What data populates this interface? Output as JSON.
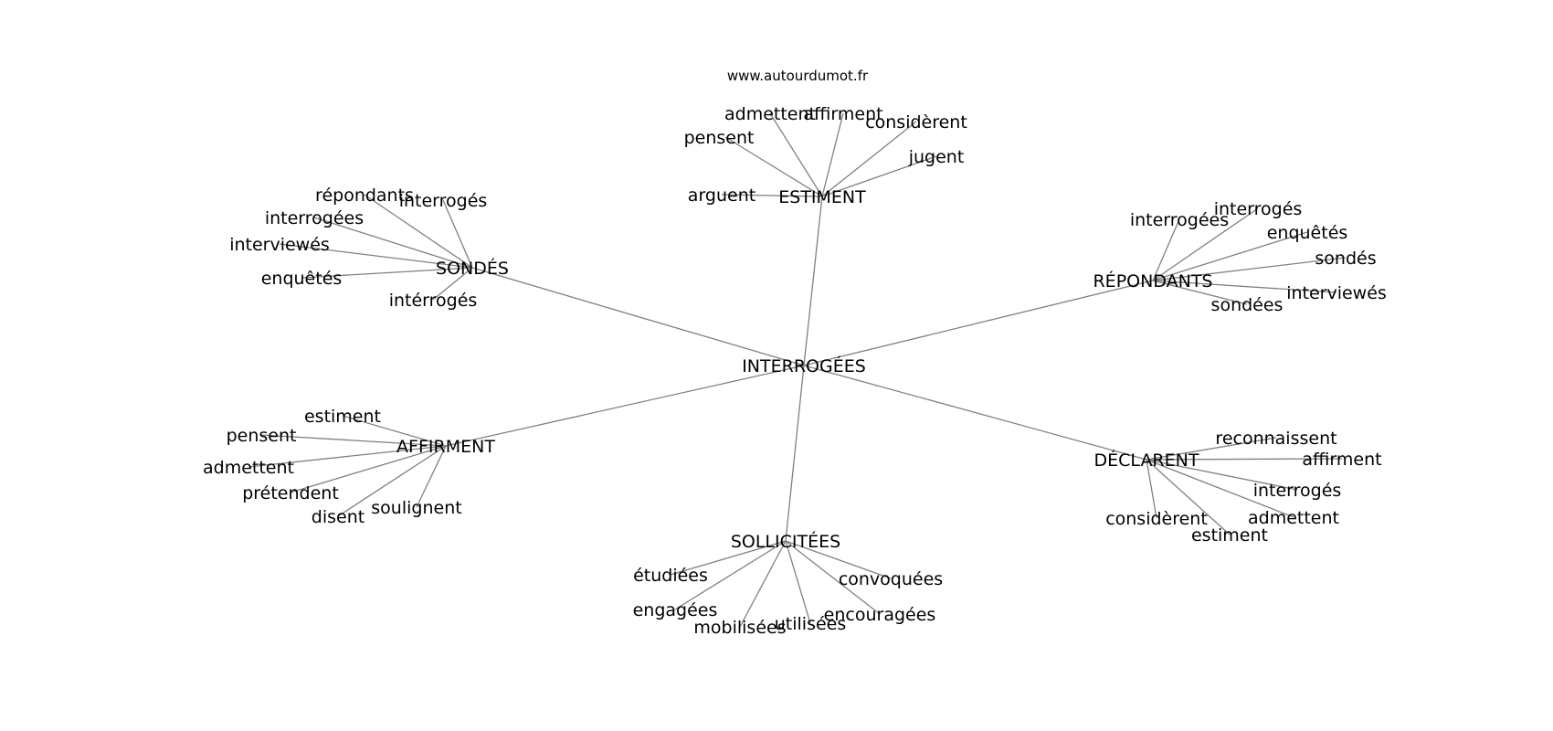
{
  "site": "www.autourdumot.fr",
  "center": {
    "label": "INTERROGÉES"
  },
  "hubs": [
    {
      "label": "ESTIMENT",
      "leaves": [
        "admettent",
        "affirment",
        "considèrent",
        "pensent",
        "jugent",
        "arguent"
      ]
    },
    {
      "label": "SONDÉS",
      "leaves": [
        "répondants",
        "interrogés",
        "interrogées",
        "interviewés",
        "enquêtés",
        "intérrogés"
      ]
    },
    {
      "label": "RÉPONDANTS",
      "leaves": [
        "interrogées",
        "interrogés",
        "enquêtés",
        "sondés",
        "interviewés",
        "sondées"
      ]
    },
    {
      "label": "AFFIRMENT",
      "leaves": [
        "estiment",
        "pensent",
        "admettent",
        "prétendent",
        "disent",
        "soulignent"
      ]
    },
    {
      "label": "DÉCLARENT",
      "leaves": [
        "reconnaissent",
        "affirment",
        "interrogés",
        "considèrent",
        "admettent",
        "estiment"
      ]
    },
    {
      "label": "SOLLICITÉES",
      "leaves": [
        "étudiées",
        "convoquées",
        "engagées",
        "encouragées",
        "mobilisées",
        "utilisées"
      ]
    }
  ]
}
